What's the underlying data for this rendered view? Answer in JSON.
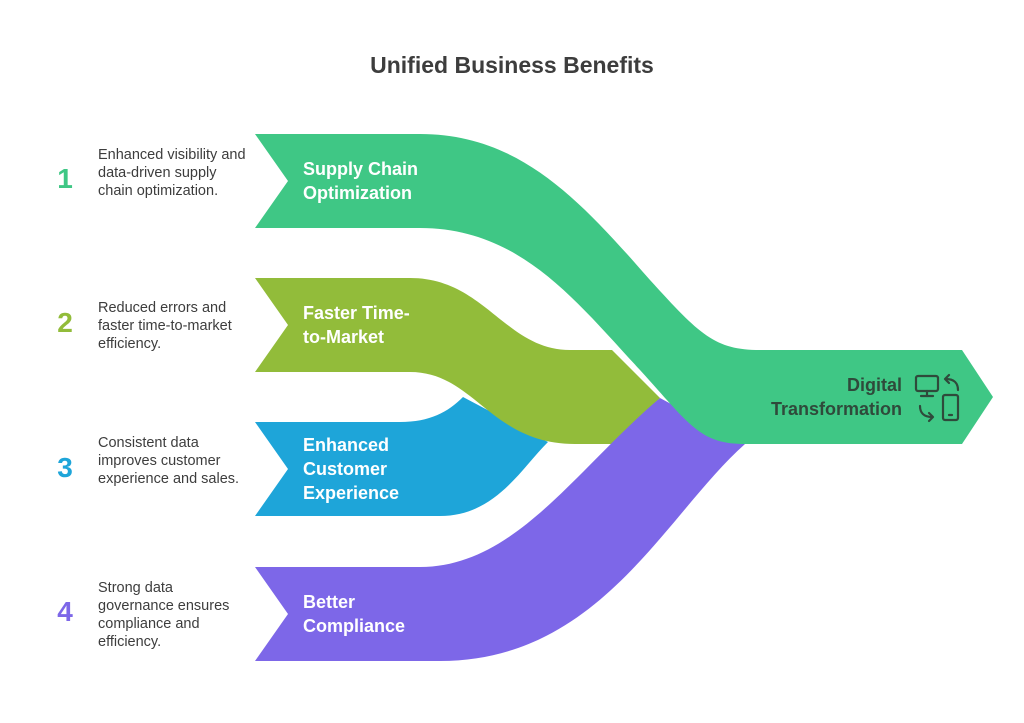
{
  "title": "Unified Business Benefits",
  "colors": {
    "supply": "#3fc785",
    "market": "#92bc3a",
    "customer": "#1ea5d9",
    "compliance": "#7d67e8",
    "text": "#3d3d3d",
    "target_text": "#2f4a3b"
  },
  "items": [
    {
      "number": "1",
      "description": "Enhanced visibility and data-driven supply chain optimization.",
      "label_lines": [
        "Supply Chain",
        "Optimization"
      ]
    },
    {
      "number": "2",
      "description": "Reduced errors and faster time-to-market efficiency.",
      "label_lines": [
        "Faster Time-",
        "to-Market"
      ]
    },
    {
      "number": "3",
      "description": "Consistent data improves customer experience and sales.",
      "label_lines": [
        "Enhanced",
        "Customer",
        "Experience"
      ]
    },
    {
      "number": "4",
      "description": "Strong data governance ensures compliance and efficiency.",
      "label_lines": [
        "Better",
        "Compliance"
      ]
    }
  ],
  "target": {
    "label_lines": [
      "Digital",
      "Transformation"
    ],
    "icon": "devices-sync-icon"
  }
}
